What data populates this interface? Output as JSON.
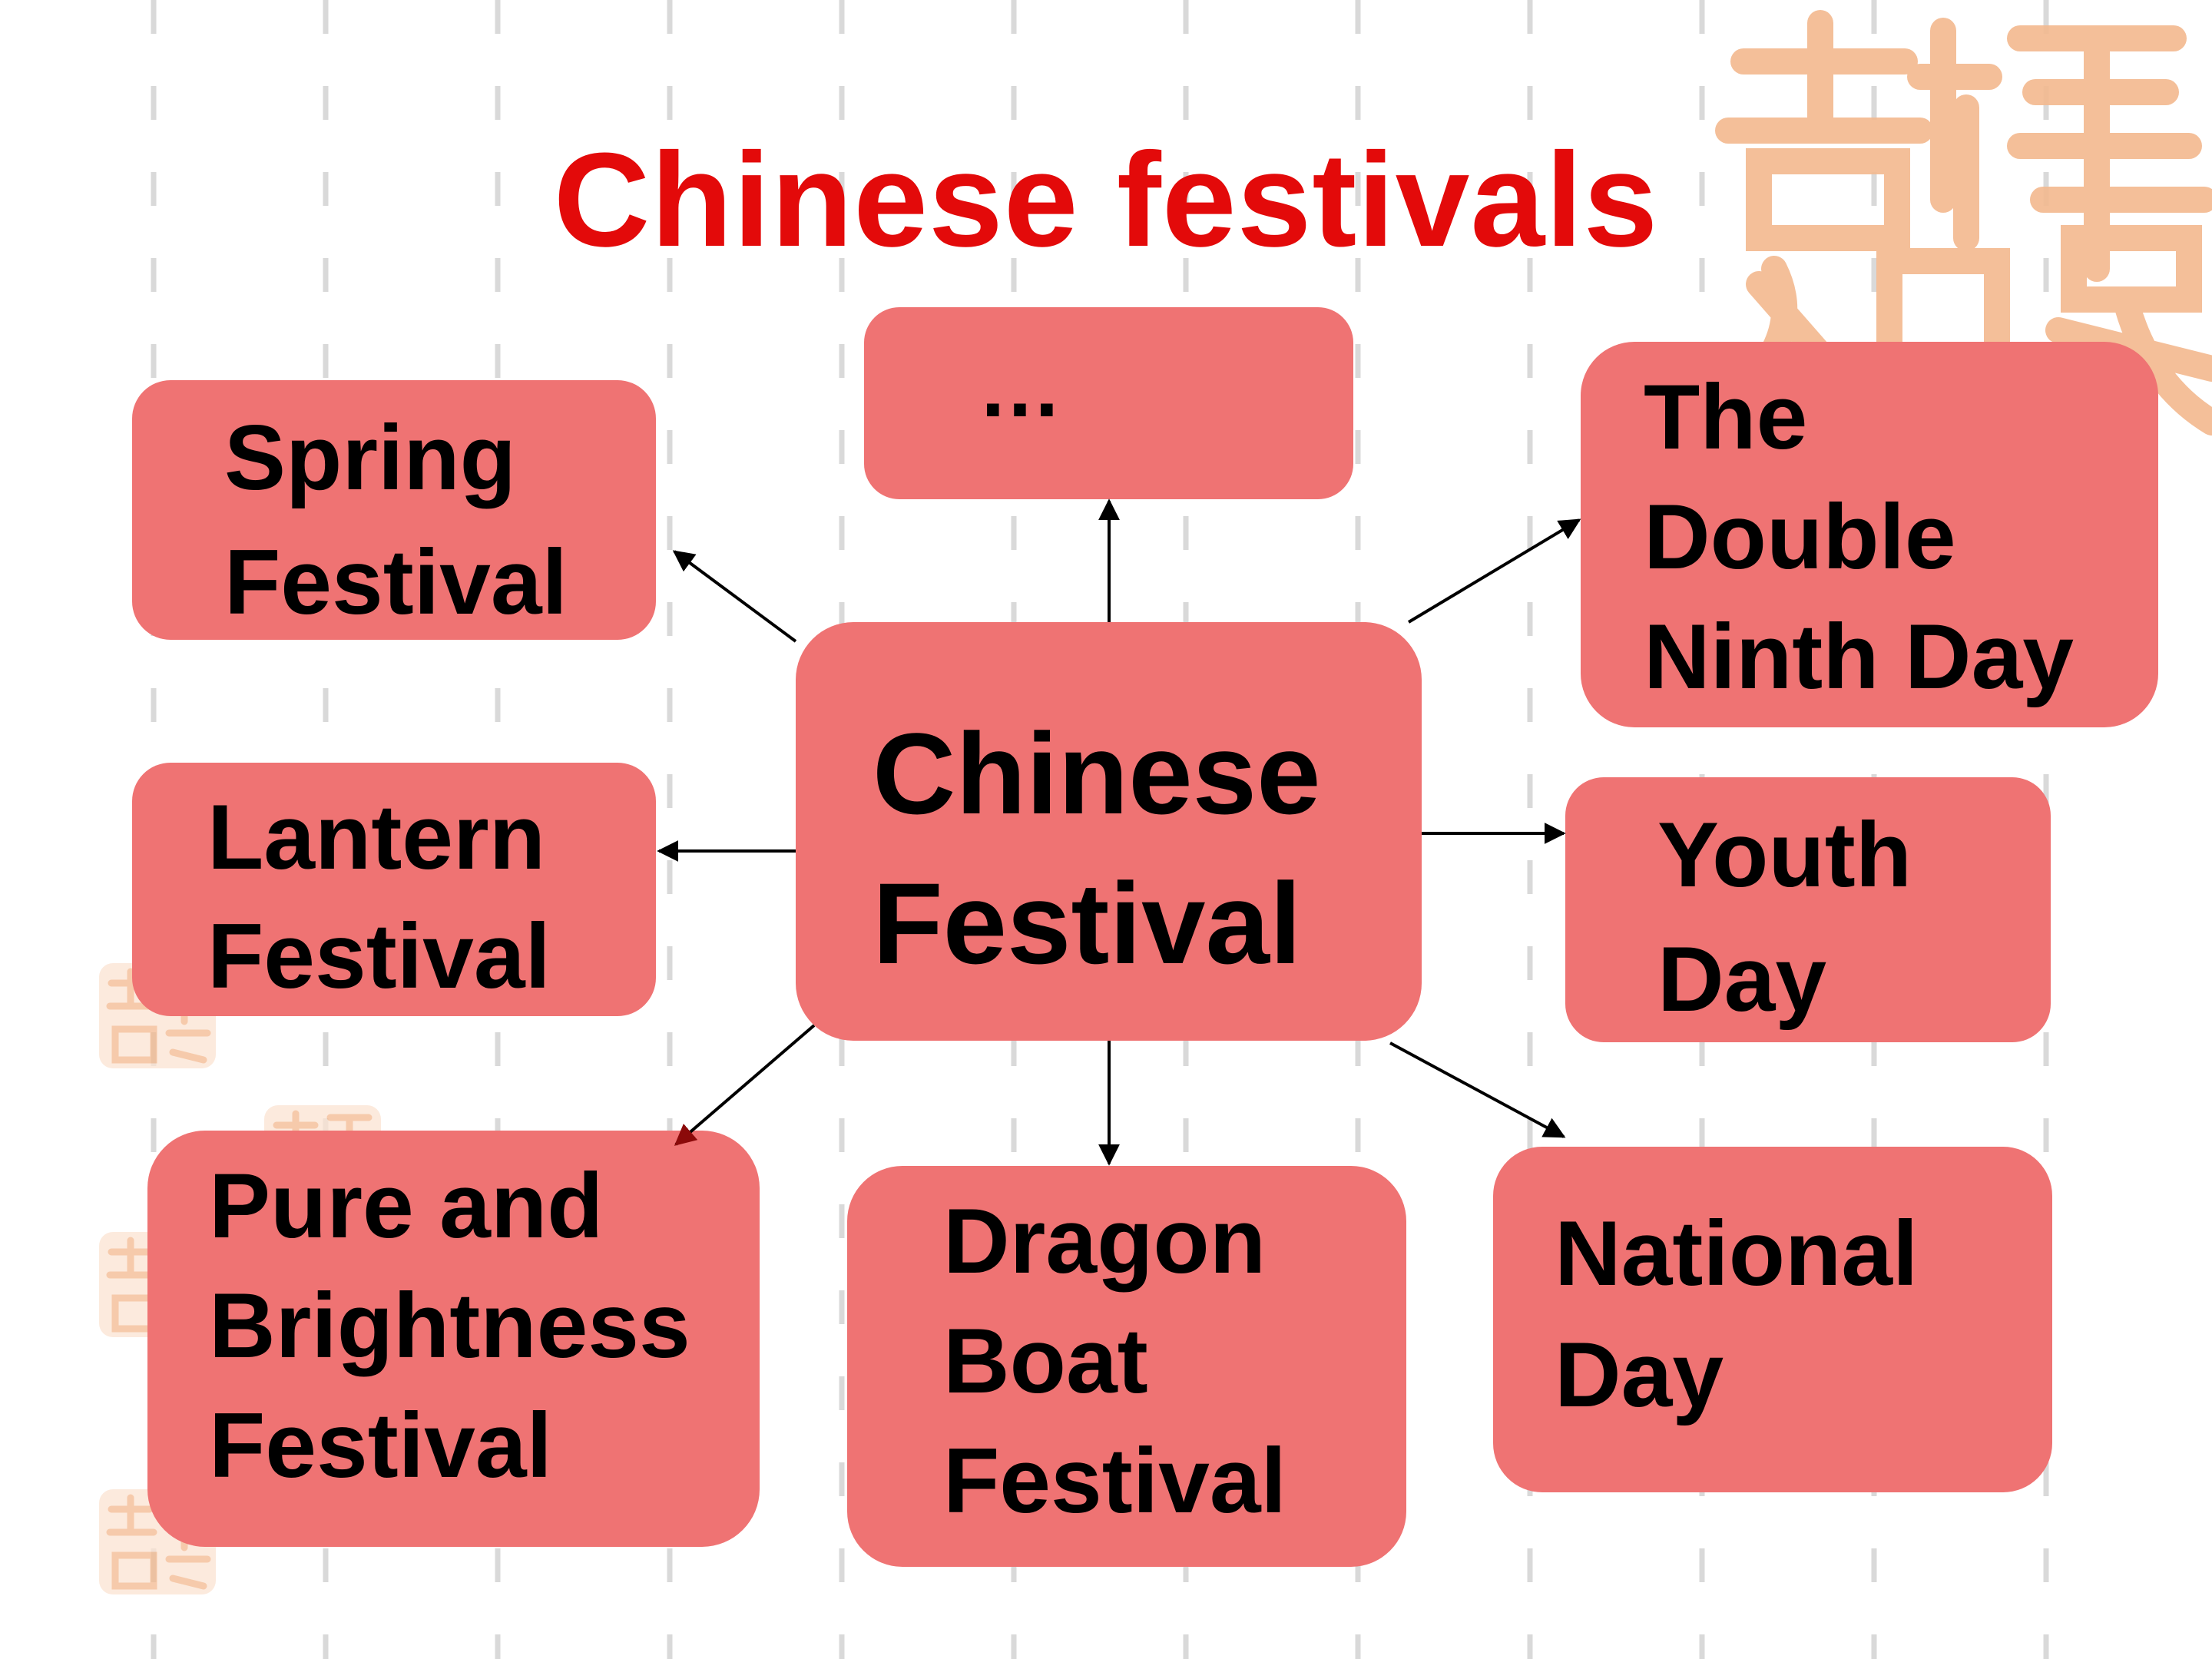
{
  "title": "Chinese festivals",
  "center": {
    "label": "Chinese\nFestival"
  },
  "nodes": {
    "spring": "Spring\nFestival",
    "ellipsis": "…",
    "double_ninth": "The\nDouble\nNinth Day",
    "lantern": "Lantern\nFestival",
    "youth": "Youth\nDay",
    "pure_brightness": "Pure and\nBrightness\nFestival",
    "dragon_boat": "Dragon\nBoat\nFestival",
    "national": "National\nDay"
  },
  "colors": {
    "title": "#e30a0a",
    "node_fill": "#ef7373",
    "arrow": "#000000",
    "seal_stroke": "#f3b98f",
    "grid": "#d9d9d9"
  },
  "decorations": [
    "auspicious-seal-icon"
  ]
}
